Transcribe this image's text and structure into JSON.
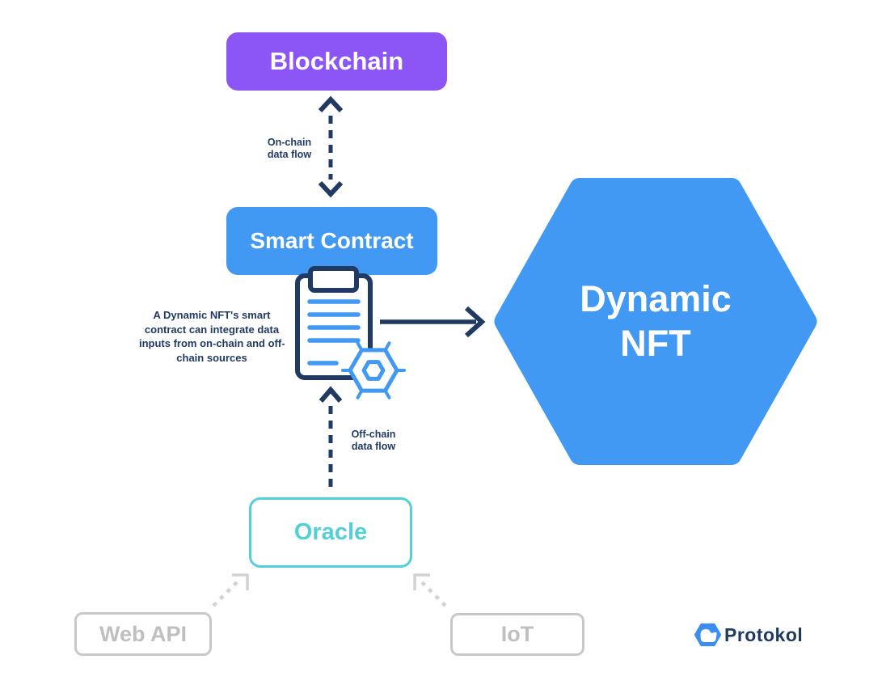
{
  "colors": {
    "bg": "#ffffff",
    "purple": "#8C55F6",
    "blue": "#4199F4",
    "navy": "#213A63",
    "teal": "#53CFD6",
    "gray-border": "#C8C8C8",
    "gray-text": "#BFBFBF",
    "gray-arrow": "#D2D2D2",
    "logo-navy": "#1F3A5F",
    "logo-blue": "#3C8DF2"
  },
  "nodes": {
    "blockchain": {
      "label": "Blockchain"
    },
    "smart_contract": {
      "label": "Smart Contract"
    },
    "dynamic_nft": {
      "line1": "Dynamic",
      "line2": "NFT"
    },
    "oracle": {
      "label": "Oracle"
    },
    "web_api": {
      "label": "Web API"
    },
    "iot": {
      "label": "IoT"
    }
  },
  "annotations": {
    "on_chain_flow": {
      "line1": "On-chain",
      "line2": "data flow"
    },
    "off_chain_flow": {
      "line1": "Off-chain",
      "line2": "data flow"
    },
    "smart_contract_note": {
      "lines": [
        "A Dynamic NFT's smart",
        "contract can integrate data",
        "inputs from on-chain and off-",
        "chain sources"
      ]
    }
  },
  "icons": {
    "contract": "contract-clipboard-icon",
    "seal": "hexagon-seal-icon",
    "logo": "protokol-hexagon-icon"
  },
  "logo": {
    "name": "Protokol"
  }
}
